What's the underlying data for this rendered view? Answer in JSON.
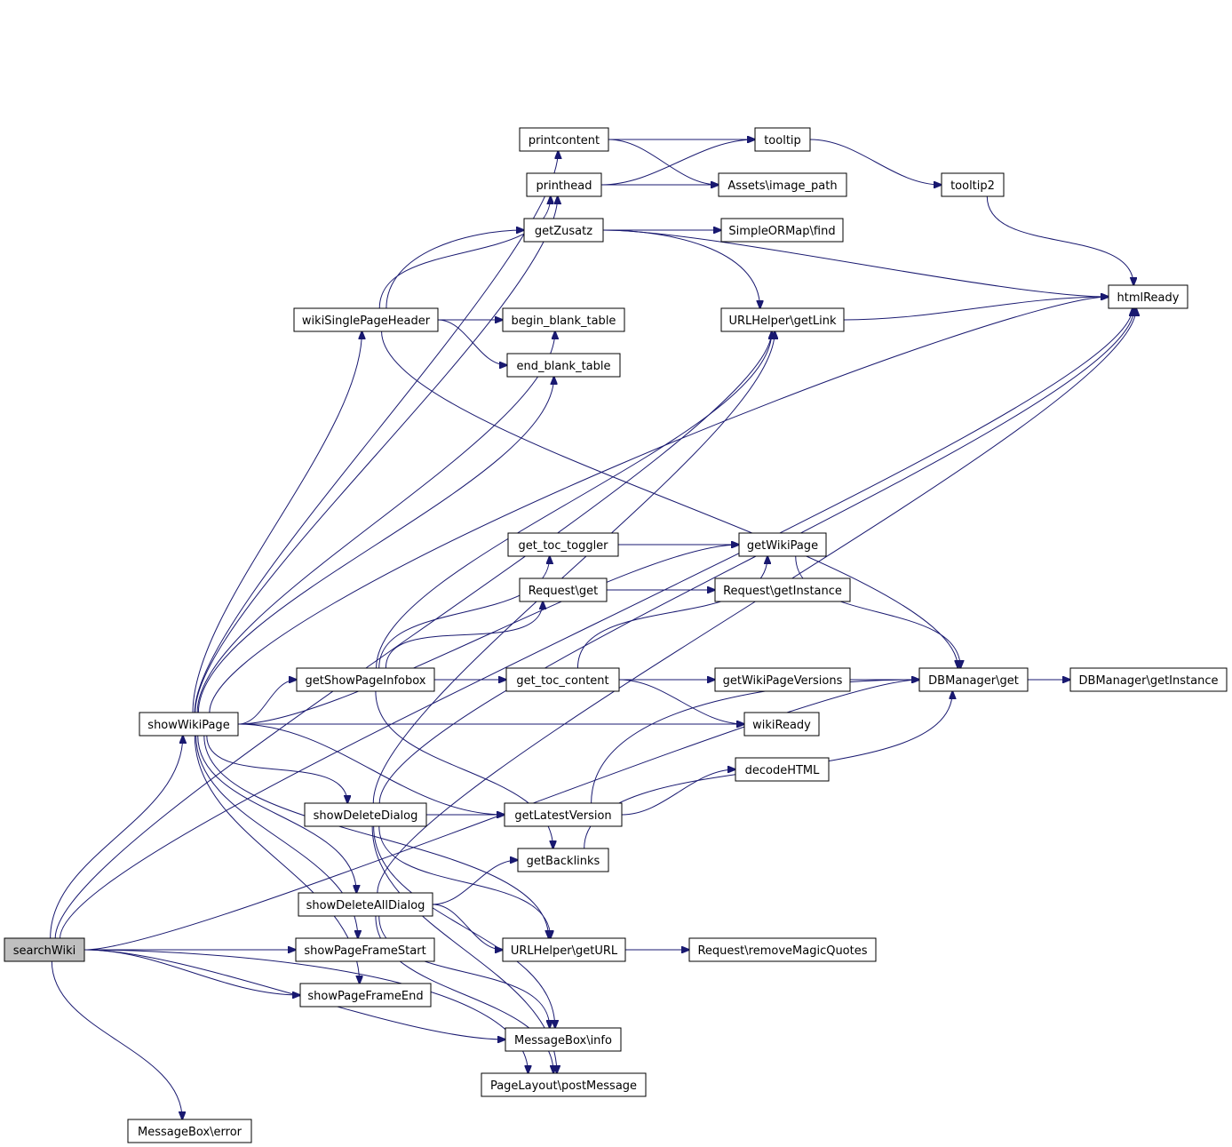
{
  "colors": {
    "node_fill": "#ffffff",
    "root_fill": "#bfbfbf",
    "edge": "#191970",
    "border": "#000000"
  },
  "nodes": [
    {
      "id": "searchWiki",
      "label": "searchWiki",
      "root": true
    },
    {
      "id": "showWikiPage",
      "label": "showWikiPage"
    },
    {
      "id": "msgError",
      "label": "MessageBox\\error"
    },
    {
      "id": "printcontent",
      "label": "printcontent"
    },
    {
      "id": "printhead",
      "label": "printhead"
    },
    {
      "id": "getZusatz",
      "label": "getZusatz"
    },
    {
      "id": "tooltip",
      "label": "tooltip"
    },
    {
      "id": "imagePath",
      "label": "Assets\\image_path"
    },
    {
      "id": "tooltip2",
      "label": "tooltip2"
    },
    {
      "id": "sormFind",
      "label": "SimpleORMap\\find"
    },
    {
      "id": "htmlReady",
      "label": "htmlReady"
    },
    {
      "id": "wikiSinglePageHeader",
      "label": "wikiSinglePageHeader"
    },
    {
      "id": "beginBlankTable",
      "label": "begin_blank_table"
    },
    {
      "id": "endBlankTable",
      "label": "end_blank_table"
    },
    {
      "id": "urlGetLink",
      "label": "URLHelper\\getLink"
    },
    {
      "id": "getTocToggler",
      "label": "get_toc_toggler"
    },
    {
      "id": "getWikiPage",
      "label": "getWikiPage"
    },
    {
      "id": "requestGet",
      "label": "Request\\get"
    },
    {
      "id": "requestGetInstance",
      "label": "Request\\getInstance"
    },
    {
      "id": "getShowPageInfobox",
      "label": "getShowPageInfobox"
    },
    {
      "id": "getTocContent",
      "label": "get_toc_content"
    },
    {
      "id": "getWikiPageVersions",
      "label": "getWikiPageVersions"
    },
    {
      "id": "dbGet",
      "label": "DBManager\\get"
    },
    {
      "id": "dbGetInstance",
      "label": "DBManager\\getInstance"
    },
    {
      "id": "wikiReady",
      "label": "wikiReady"
    },
    {
      "id": "decodeHTML",
      "label": "decodeHTML"
    },
    {
      "id": "showDeleteDialog",
      "label": "showDeleteDialog"
    },
    {
      "id": "getLatestVersion",
      "label": "getLatestVersion"
    },
    {
      "id": "getBacklinks",
      "label": "getBacklinks"
    },
    {
      "id": "showDeleteAllDialog",
      "label": "showDeleteAllDialog"
    },
    {
      "id": "urlGetURL",
      "label": "URLHelper\\getURL"
    },
    {
      "id": "removeMagicQuotes",
      "label": "Request\\removeMagicQuotes"
    },
    {
      "id": "showPageFrameStart",
      "label": "showPageFrameStart"
    },
    {
      "id": "showPageFrameEnd",
      "label": "showPageFrameEnd"
    },
    {
      "id": "msgInfo",
      "label": "MessageBox\\info"
    },
    {
      "id": "postMessage",
      "label": "PageLayout\\postMessage"
    }
  ],
  "edges": [
    [
      "searchWiki",
      "htmlReady"
    ],
    [
      "searchWiki",
      "dbGet"
    ],
    [
      "searchWiki",
      "showWikiPage"
    ],
    [
      "searchWiki",
      "urlGetLink"
    ],
    [
      "searchWiki",
      "showPageFrameStart"
    ],
    [
      "searchWiki",
      "showPageFrameEnd"
    ],
    [
      "searchWiki",
      "msgInfo"
    ],
    [
      "searchWiki",
      "postMessage"
    ],
    [
      "searchWiki",
      "msgError"
    ],
    [
      "showWikiPage",
      "printcontent"
    ],
    [
      "showWikiPage",
      "printhead"
    ],
    [
      "showWikiPage",
      "wikiSinglePageHeader"
    ],
    [
      "showWikiPage",
      "beginBlankTable"
    ],
    [
      "showWikiPage",
      "endBlankTable"
    ],
    [
      "showWikiPage",
      "htmlReady"
    ],
    [
      "showWikiPage",
      "getWikiPage"
    ],
    [
      "showWikiPage",
      "getShowPageInfobox"
    ],
    [
      "showWikiPage",
      "wikiReady"
    ],
    [
      "showWikiPage",
      "getLatestVersion"
    ],
    [
      "showWikiPage",
      "showDeleteDialog"
    ],
    [
      "showWikiPage",
      "showDeleteAllDialog"
    ],
    [
      "showWikiPage",
      "urlGetURL"
    ],
    [
      "showWikiPage",
      "showPageFrameStart"
    ],
    [
      "showWikiPage",
      "showPageFrameEnd"
    ],
    [
      "printcontent",
      "tooltip"
    ],
    [
      "printcontent",
      "imagePath"
    ],
    [
      "printhead",
      "tooltip"
    ],
    [
      "printhead",
      "imagePath"
    ],
    [
      "getZusatz",
      "sormFind"
    ],
    [
      "getZusatz",
      "urlGetLink"
    ],
    [
      "getZusatz",
      "htmlReady"
    ],
    [
      "tooltip",
      "tooltip2"
    ],
    [
      "tooltip2",
      "htmlReady"
    ],
    [
      "urlGetLink",
      "htmlReady"
    ],
    [
      "wikiSinglePageHeader",
      "dbGet"
    ],
    [
      "wikiSinglePageHeader",
      "beginBlankTable"
    ],
    [
      "wikiSinglePageHeader",
      "endBlankTable"
    ],
    [
      "wikiSinglePageHeader",
      "getZusatz"
    ],
    [
      "wikiSinglePageHeader",
      "printhead"
    ],
    [
      "getTocToggler",
      "getWikiPage"
    ],
    [
      "getWikiPage",
      "dbGet"
    ],
    [
      "requestGet",
      "requestGetInstance"
    ],
    [
      "getShowPageInfobox",
      "urlGetLink"
    ],
    [
      "getShowPageInfobox",
      "getTocToggler"
    ],
    [
      "getShowPageInfobox",
      "requestGet"
    ],
    [
      "getShowPageInfobox",
      "getTocContent"
    ],
    [
      "getShowPageInfobox",
      "getWikiPageVersions"
    ],
    [
      "getShowPageInfobox",
      "getBacklinks"
    ],
    [
      "getTocContent",
      "getWikiPage"
    ],
    [
      "getTocContent",
      "wikiReady"
    ],
    [
      "getWikiPageVersions",
      "dbGet"
    ],
    [
      "dbGet",
      "dbGetInstance"
    ],
    [
      "showDeleteDialog",
      "urlGetLink"
    ],
    [
      "showDeleteDialog",
      "getLatestVersion"
    ],
    [
      "showDeleteDialog",
      "urlGetURL"
    ],
    [
      "showDeleteDialog",
      "htmlReady"
    ],
    [
      "showDeleteDialog",
      "msgInfo"
    ],
    [
      "showDeleteDialog",
      "postMessage"
    ],
    [
      "getLatestVersion",
      "decodeHTML"
    ],
    [
      "getLatestVersion",
      "dbGet"
    ],
    [
      "getBacklinks",
      "dbGet"
    ],
    [
      "showDeleteAllDialog",
      "getBacklinks"
    ],
    [
      "showDeleteAllDialog",
      "urlGetURL"
    ],
    [
      "showDeleteAllDialog",
      "htmlReady"
    ],
    [
      "showDeleteAllDialog",
      "msgInfo"
    ],
    [
      "showDeleteAllDialog",
      "postMessage"
    ],
    [
      "urlGetURL",
      "removeMagicQuotes"
    ]
  ]
}
